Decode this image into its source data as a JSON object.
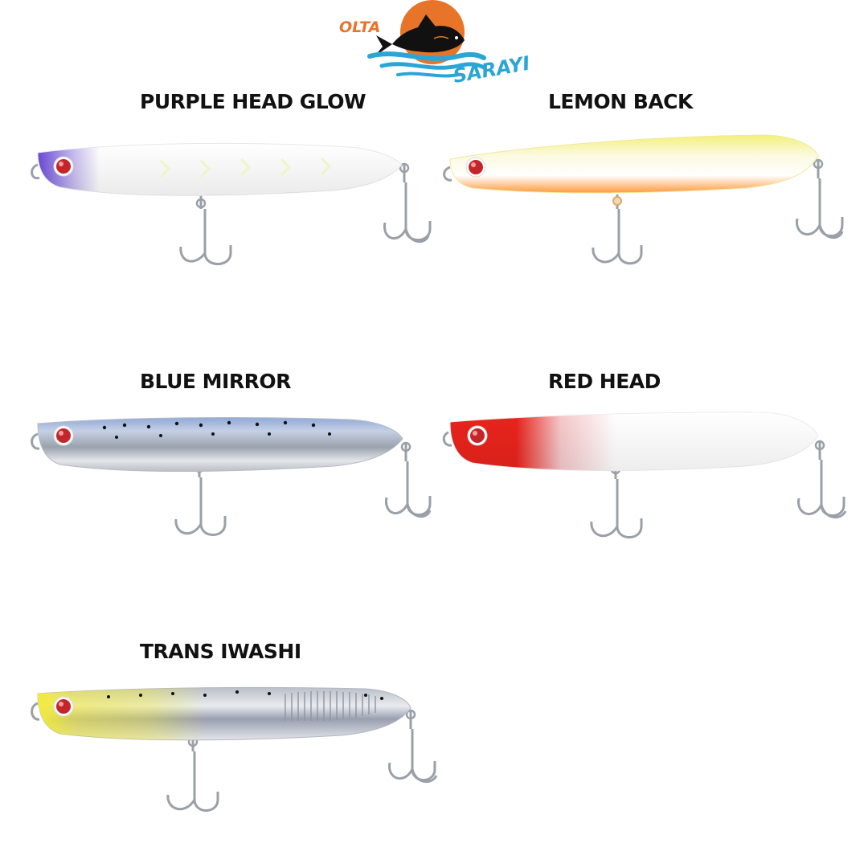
{
  "logo": {
    "top_text": "OLTA",
    "bottom_text": "SARAYI",
    "colors": {
      "sun": "#e8742a",
      "text": "#e8742a",
      "water": "#2aa6d6",
      "fish": "#111111"
    }
  },
  "lures": [
    {
      "name": "PURPLE HEAD GLOW",
      "colors": {
        "head": "#6b4ad8",
        "body": "#ffffff",
        "accent": "#e8f3b0"
      }
    },
    {
      "name": "LEMON BACK",
      "colors": {
        "back": "#f4f07a",
        "body": "#ffffff",
        "belly": "#ff9a3c"
      }
    },
    {
      "name": "BLUE MIRROR",
      "colors": {
        "back": "#8fa9d8",
        "body": "#d7dbe0",
        "spots": "#111111"
      }
    },
    {
      "name": "RED HEAD",
      "colors": {
        "head": "#e8241c",
        "body": "#ffffff"
      }
    },
    {
      "name": "TRANS IWASHI",
      "colors": {
        "head": "#f2ea3a",
        "body": "#d9dde2",
        "accent": "#9a9fb0",
        "spots": "#111111"
      }
    }
  ]
}
